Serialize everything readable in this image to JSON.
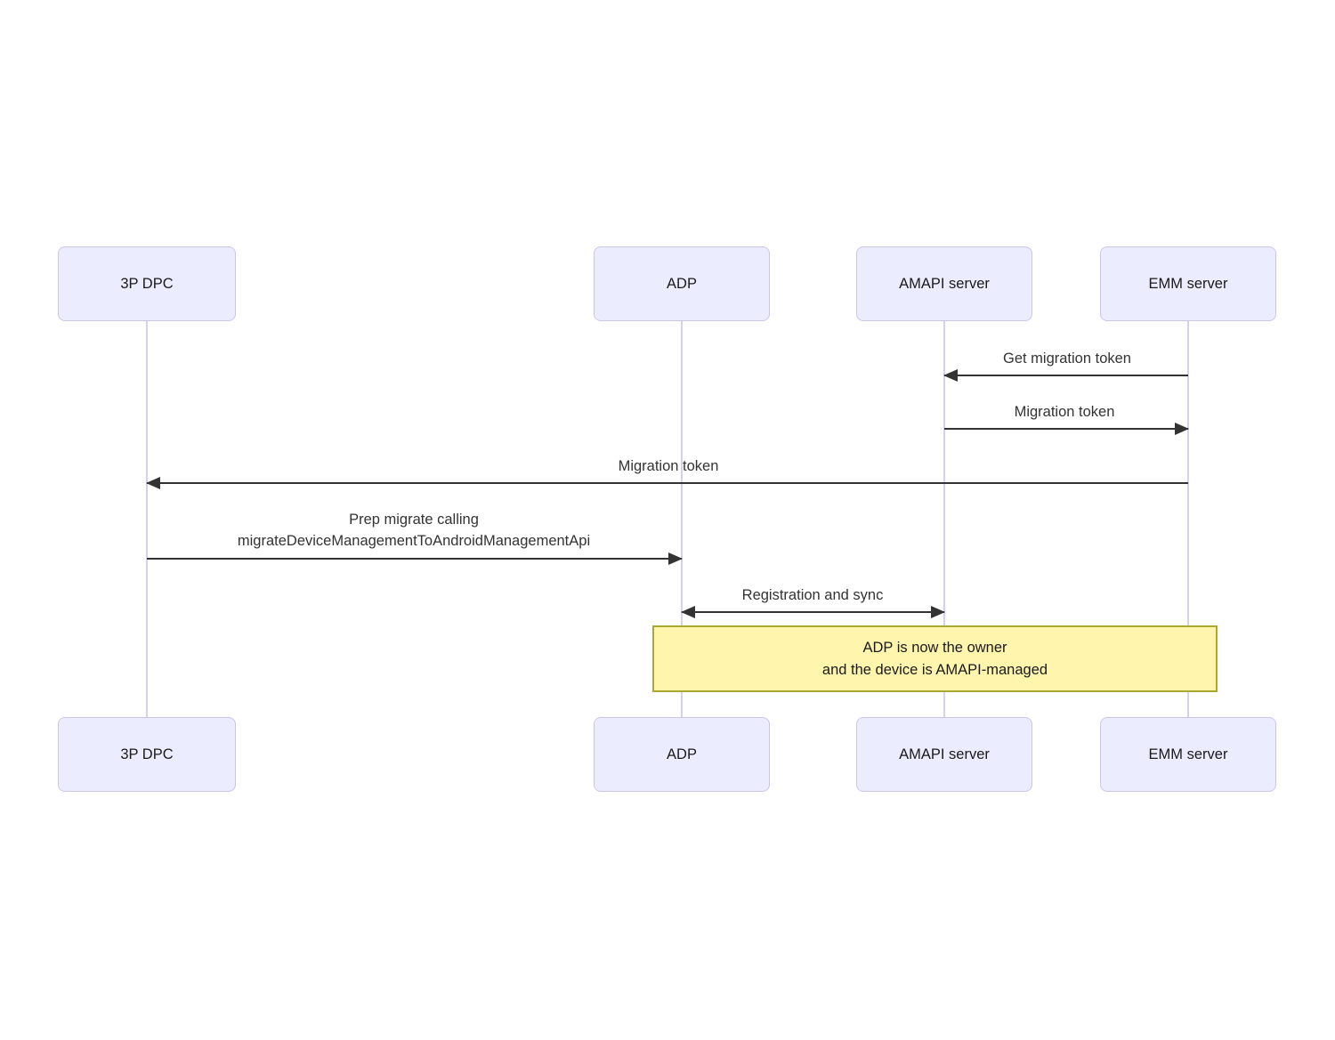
{
  "diagram": {
    "type": "sequence-diagram",
    "actors": [
      {
        "label": "3P DPC"
      },
      {
        "label": "ADP"
      },
      {
        "label": "AMAPI server"
      },
      {
        "label": "EMM server"
      }
    ],
    "messages": [
      {
        "from": "EMM server",
        "to": "AMAPI server",
        "direction": "left",
        "label": "Get migration token"
      },
      {
        "from": "AMAPI server",
        "to": "EMM server",
        "direction": "right",
        "label": "Migration token"
      },
      {
        "from": "EMM server",
        "to": "3P DPC",
        "direction": "left",
        "label": "Migration token"
      },
      {
        "from": "3P DPC",
        "to": "ADP",
        "direction": "right",
        "line1": "Prep migrate calling",
        "line2": "migrateDeviceManagementToAndroidManagementApi"
      },
      {
        "from": "ADP",
        "to": "AMAPI server",
        "direction": "both",
        "label": "Registration and sync"
      }
    ],
    "note": {
      "line1": "ADP is now the owner",
      "line2": "and the device is AMAPI-managed"
    },
    "colors": {
      "actor_fill": "#ECECFF",
      "actor_border": "#CDC4EC",
      "lifeline": "#D8CFEE",
      "arrow": "#333333",
      "note_fill": "#FFF5AD",
      "note_border": "#AAAA33",
      "message_text": "#333333"
    }
  }
}
